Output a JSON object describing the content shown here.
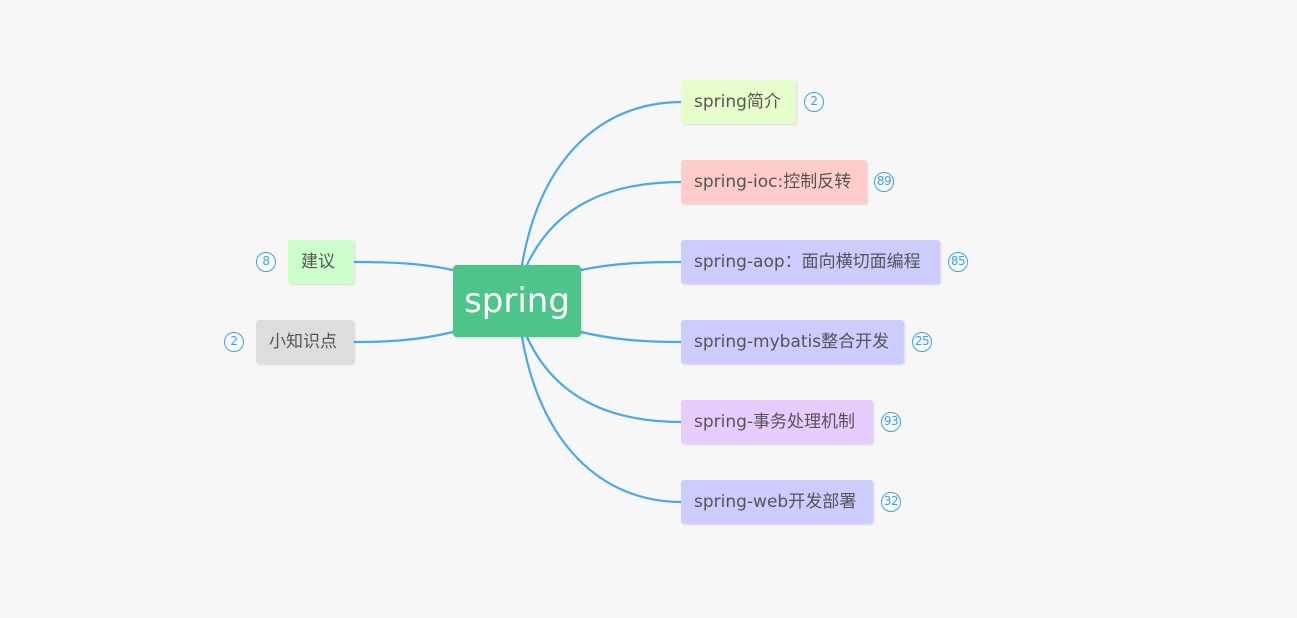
{
  "root": {
    "label": "spring"
  },
  "colors": {
    "line": "#4aa8ee",
    "root": "#4cc48a",
    "badge": "#3fa2e8"
  },
  "right_topics": [
    {
      "label": "spring简介",
      "count": "2",
      "color": "#e6fdcc"
    },
    {
      "label": "spring-ioc:控制反转",
      "count": "89",
      "color": "#ffcccc"
    },
    {
      "label": "spring-aop：面向横切面编程",
      "count": "85",
      "color": "#ccccff"
    },
    {
      "label": "spring-mybatis整合开发",
      "count": "25",
      "color": "#ccccff"
    },
    {
      "label": "spring-事务处理机制",
      "count": "93",
      "color": "#e6ccff"
    },
    {
      "label": "spring-web开发部署",
      "count": "32",
      "color": "#ccccff"
    }
  ],
  "left_topics": [
    {
      "label": "建议",
      "count": "8",
      "color": "#ccffcc"
    },
    {
      "label": "小知识点",
      "count": "2",
      "color": "#dddddd"
    }
  ]
}
